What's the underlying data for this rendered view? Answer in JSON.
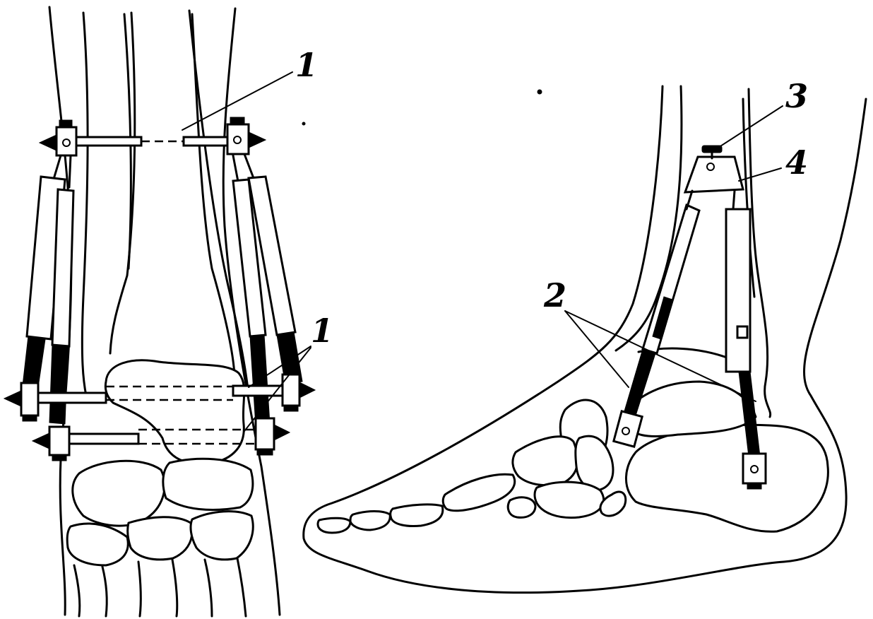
{
  "labels": {
    "wire_top": "1",
    "wire_lower": "1",
    "hinge": "2",
    "screw": "3",
    "block": "4"
  },
  "colors": {
    "ink": "#000000",
    "paper": "#ffffff"
  }
}
